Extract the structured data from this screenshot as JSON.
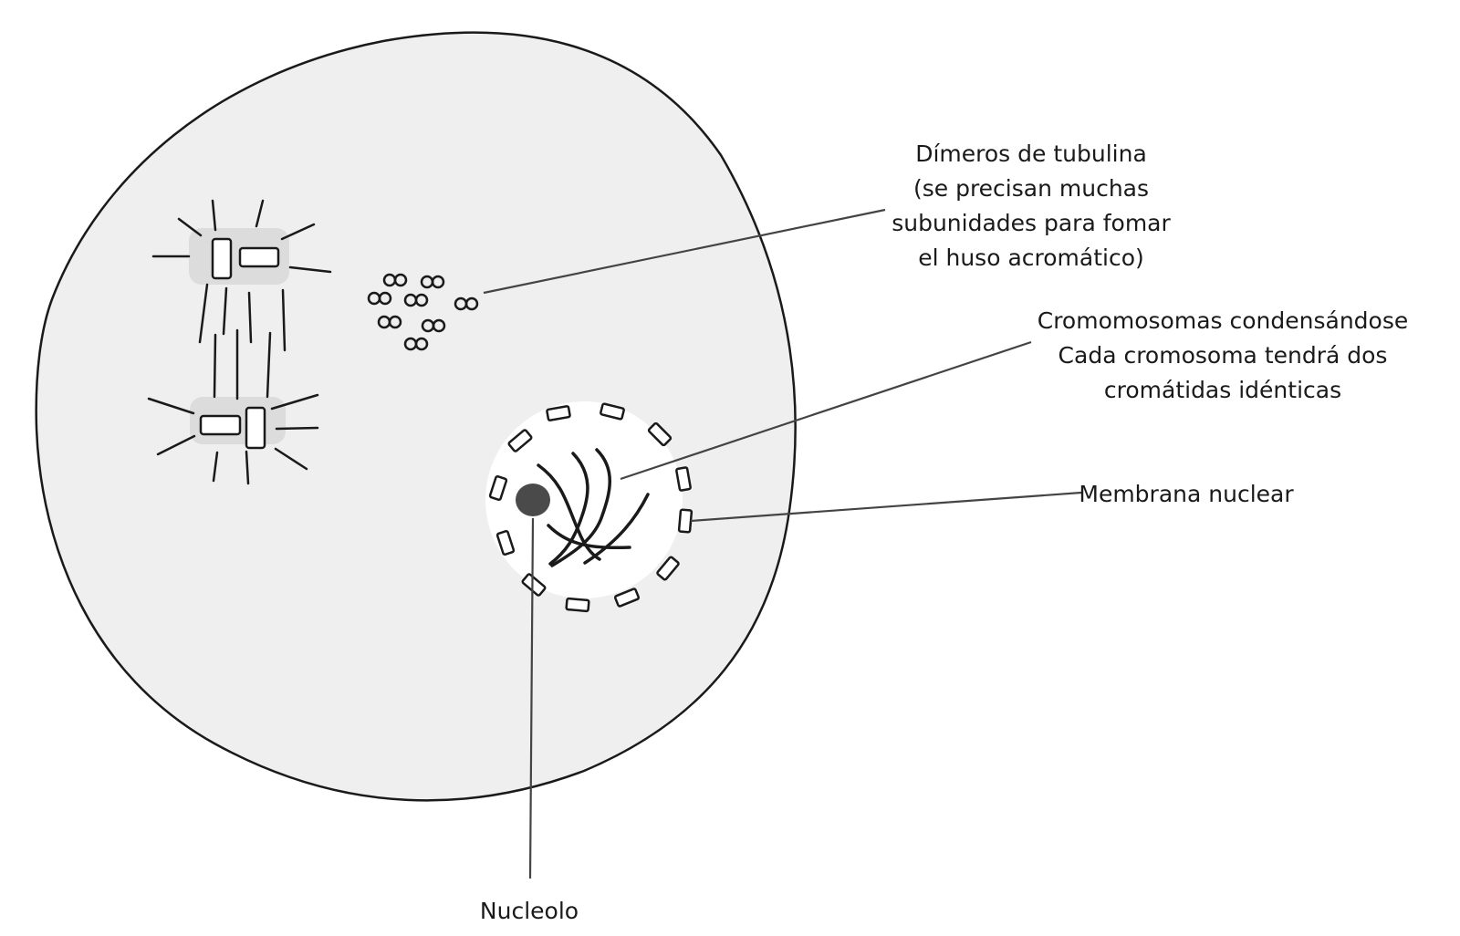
{
  "labels": {
    "dimeros": [
      "Dímeros de tubulina",
      "(se precisan muchas",
      "subunidades para fomar",
      "el huso acromático)"
    ],
    "cromosomas": [
      "Cromomosomas condensándose",
      "Cada cromosoma tendrá dos",
      "cromátidas idénticas"
    ],
    "membrana": "Membrana nuclear",
    "nucleolo": "Nucleolo"
  },
  "colors": {
    "cytoplasm": "#efefef",
    "outline": "#1a1a1a",
    "nucleus": "#ffffff",
    "nucleolus": "#4a4a4a",
    "centrosome_halo": "#dcdcdc",
    "leader_line": "#444444"
  }
}
